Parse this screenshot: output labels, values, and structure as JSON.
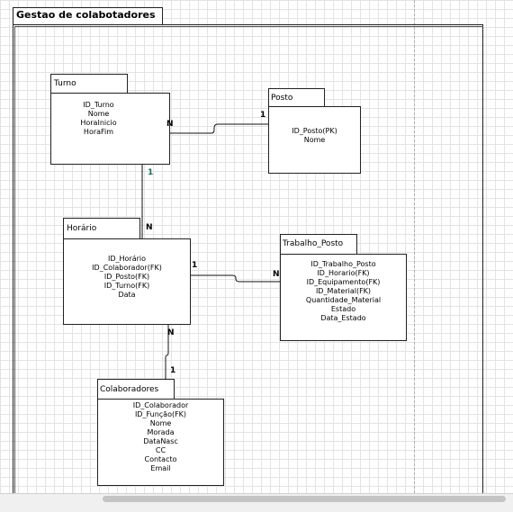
{
  "diagram": {
    "title": "Gestao de colabotadores",
    "entities": {
      "turno": {
        "name": "Turno",
        "attributes": [
          "ID_Turno",
          "Nome",
          "HoraInicio",
          "HoraFim"
        ]
      },
      "posto": {
        "name": "Posto",
        "attributes": [
          "ID_Posto(PK)",
          "Nome"
        ]
      },
      "horario": {
        "name": "Horário",
        "attributes": [
          "ID_Horário",
          "ID_Colaborador(FK)",
          "ID_Posto(FK)",
          "ID_Turno(FK)",
          "Data"
        ]
      },
      "trabalho_posto": {
        "name": "Trabalho_Posto",
        "attributes": [
          "ID_Trabalho_Posto",
          "ID_Horario(FK)",
          "ID_Equipamento(FK)",
          "ID_Material(FK)",
          "Quantidade_Material",
          "Estado",
          "Data_Estado"
        ]
      },
      "colaboradores": {
        "name": "Colaboradores",
        "attributes": [
          "ID_Colaborador",
          "ID_Função(FK)",
          "Nome",
          "Morada",
          "DataNasc",
          "CC",
          "Contacto",
          "Email"
        ]
      }
    },
    "relationships": {
      "turno_posto": {
        "from_mult": "N",
        "to_mult": "1"
      },
      "turno_horario": {
        "from_mult": "1",
        "to_mult": "N"
      },
      "horario_trabalho": {
        "from_mult": "1",
        "to_mult": "N"
      },
      "horario_colaboradores": {
        "from_mult": "N",
        "to_mult": "1"
      }
    }
  }
}
